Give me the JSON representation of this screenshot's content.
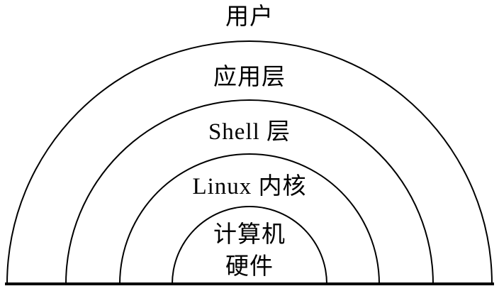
{
  "diagram": {
    "type": "concentric-semicircle-layers",
    "background": "#ffffff",
    "stroke_color": "#000000",
    "layers": [
      {
        "id": "user",
        "label": "用户"
      },
      {
        "id": "application-layer",
        "label": "应用层"
      },
      {
        "id": "shell-layer",
        "label": "Shell 层"
      },
      {
        "id": "linux-kernel",
        "label": "Linux 内核"
      },
      {
        "id": "computer-hardware",
        "label_line1": "计算机",
        "label_line2": "硬件"
      }
    ]
  }
}
